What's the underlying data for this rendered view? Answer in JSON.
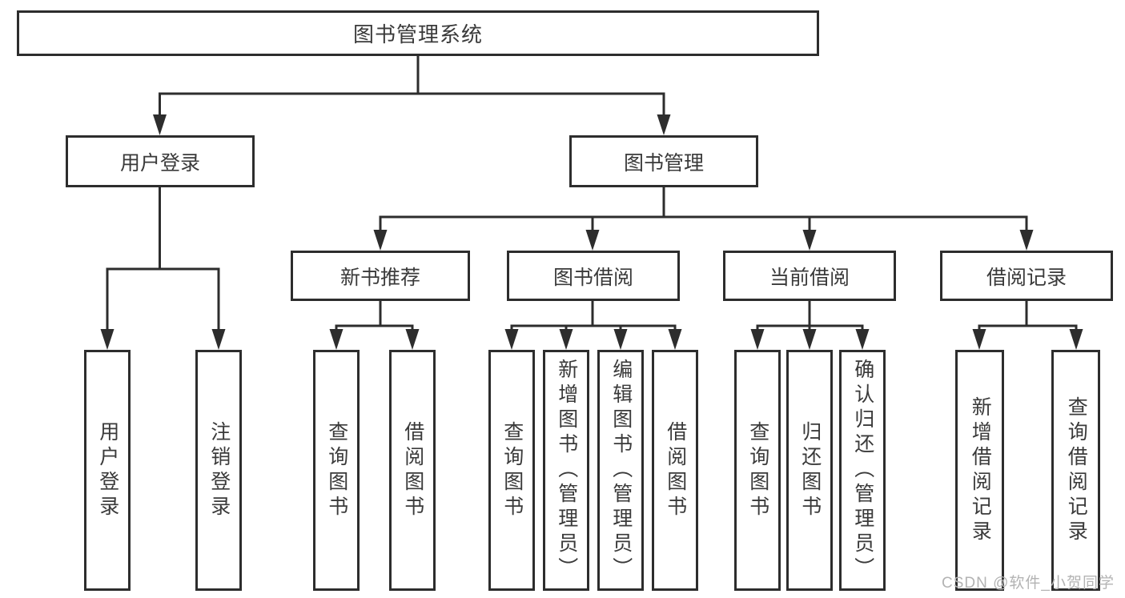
{
  "tree": {
    "root": {
      "label": "图书管理系统"
    },
    "branches": {
      "user_login": {
        "label": "用户登录",
        "children": [
          "用户登录",
          "注销登录"
        ]
      },
      "book_mgmt": {
        "label": "图书管理",
        "sections": {
          "new_book": {
            "label": "新书推荐",
            "children": [
              "查询图书",
              "借阅图书"
            ]
          },
          "borrow": {
            "label": "图书借阅",
            "children": [
              "查询图书",
              "新增图书（管理员）",
              "编辑图书（管理员）",
              "借阅图书"
            ]
          },
          "current": {
            "label": "当前借阅",
            "children": [
              "查询图书",
              "归还图书",
              "确认归还（管理员）"
            ]
          },
          "records": {
            "label": "借阅记录",
            "children": [
              "新增借阅记录",
              "查询借阅记录"
            ]
          }
        }
      }
    }
  },
  "watermark": {
    "text": "CSDN @软件_小贺同学",
    "color": "#b3b3b3"
  },
  "colors": {
    "line": "#2d2d2d",
    "border": "#2d2d2d",
    "text": "#3a3a3a",
    "background": "#ffffff"
  }
}
